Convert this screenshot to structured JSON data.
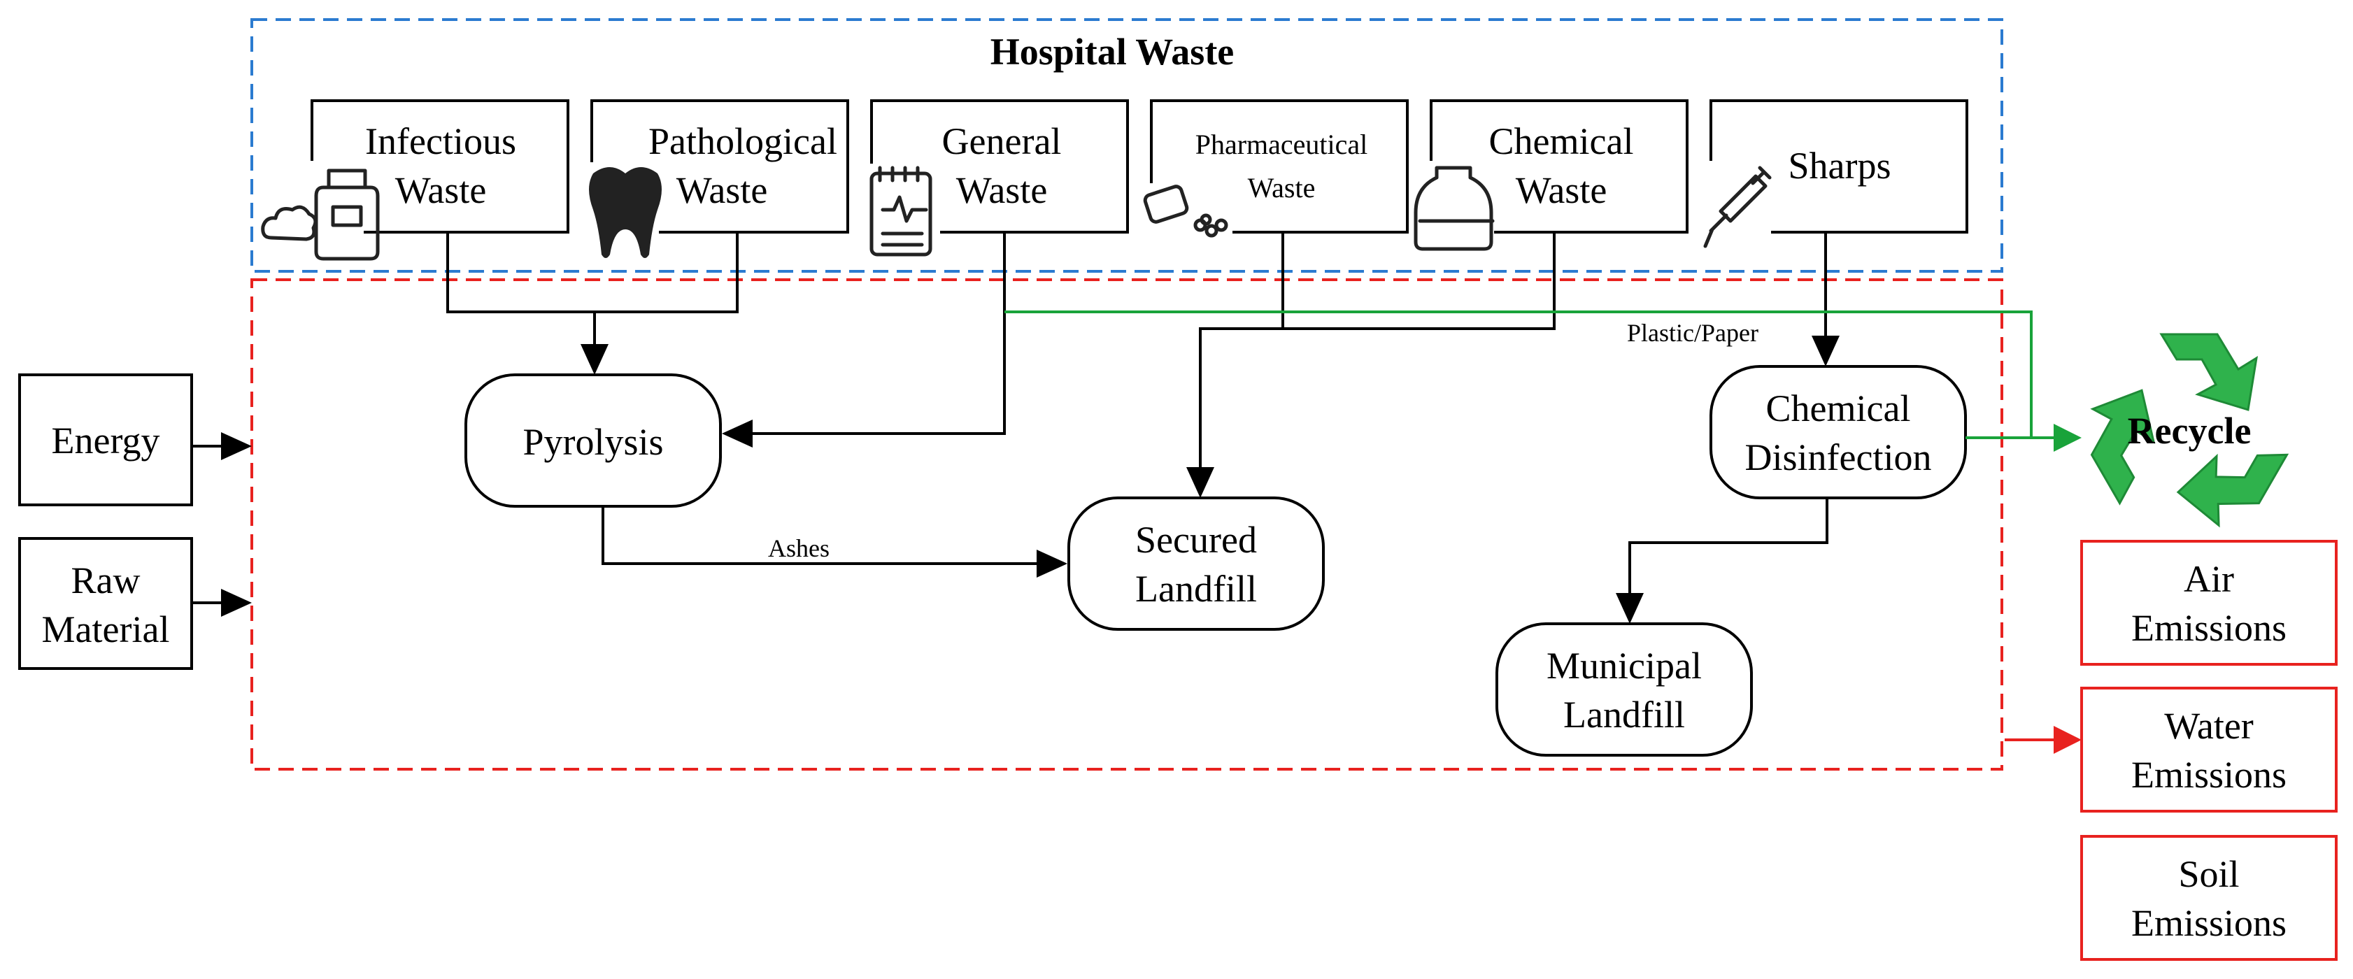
{
  "diagram": {
    "title": "Hospital Waste",
    "waste_types": [
      {
        "line1": "Infectious",
        "line2": "Waste",
        "icon": "infectious-bottle-icon"
      },
      {
        "line1": "Pathological",
        "line2": "Waste",
        "icon": "tooth-icon"
      },
      {
        "line1": "General",
        "line2": "Waste",
        "icon": "notepad-icon"
      },
      {
        "line1": "Pharmaceutical",
        "line2": "Waste",
        "icon": "pills-icon"
      },
      {
        "line1": "Chemical",
        "line2": "Waste",
        "icon": "jar-icon"
      },
      {
        "line1": "Sharps",
        "line2": "",
        "icon": "syringe-icon"
      }
    ],
    "inputs": [
      {
        "line1": "Energy",
        "line2": ""
      },
      {
        "line1": "Raw",
        "line2": "Material"
      }
    ],
    "processes": {
      "pyrolysis": "Pyrolysis",
      "secured_landfill": {
        "line1": "Secured",
        "line2": "Landfill"
      },
      "chemical_disinfection": {
        "line1": "Chemical",
        "line2": "Disinfection"
      },
      "municipal_landfill": {
        "line1": "Municipal",
        "line2": "Landfill"
      }
    },
    "edge_labels": {
      "ashes": "Ashes",
      "plastic_paper": "Plastic/Paper"
    },
    "recycle": {
      "label": "Recycle",
      "icon": "recycle-icon"
    },
    "emissions": [
      {
        "line1": "Air",
        "line2": "Emissions"
      },
      {
        "line1": "Water",
        "line2": "Emissions"
      },
      {
        "line1": "Soil",
        "line2": "Emissions"
      }
    ],
    "colors": {
      "hospital_boundary": "#2b7bd0",
      "process_boundary": "#e8221f",
      "recycle_flow": "#19a33a",
      "emission_boxes": "#e8221f"
    }
  }
}
